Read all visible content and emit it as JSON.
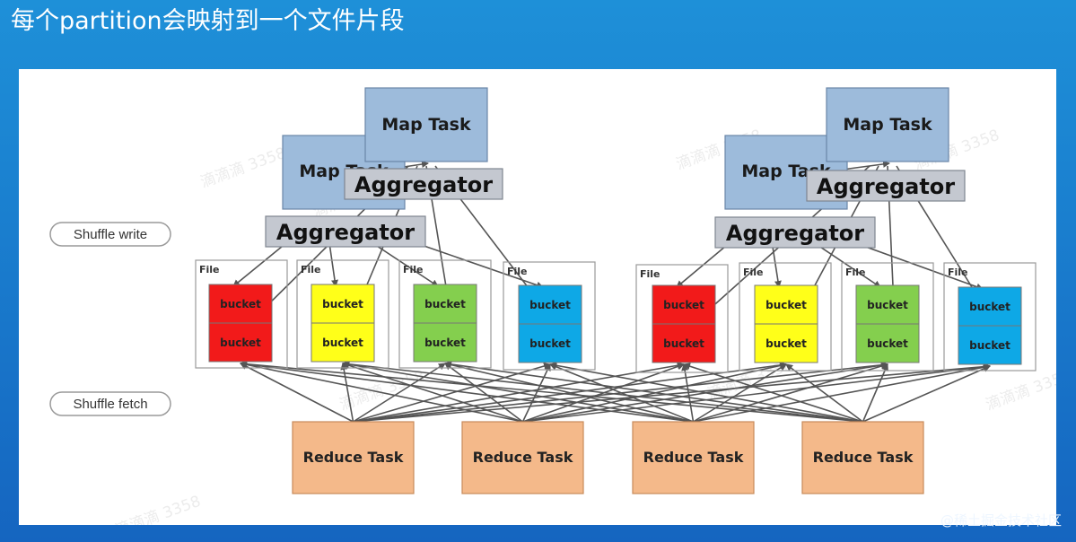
{
  "title": "每个partition会映射到一个文件片段",
  "credit": "@稀土掘金技术社区",
  "labels": {
    "shuffle_write": "Shuffle write",
    "shuffle_fetch": "Shuffle fetch",
    "map_task": "Map Task",
    "aggregator": "Aggregator",
    "file": "File",
    "bucket": "bucket",
    "reduce_task": "Reduce Task"
  },
  "watermark": "滴滴滴 3358",
  "colors": {
    "map_fill": "#9dbbdb",
    "aggregator_fill": "#c4c8d0",
    "reduce_fill": "#f4b98a",
    "bucket_red": "#f21a1a",
    "bucket_yellow": "#ffff19",
    "bucket_green": "#84cf4e",
    "bucket_blue": "#0ea8e6",
    "arrow": "#555555"
  }
}
